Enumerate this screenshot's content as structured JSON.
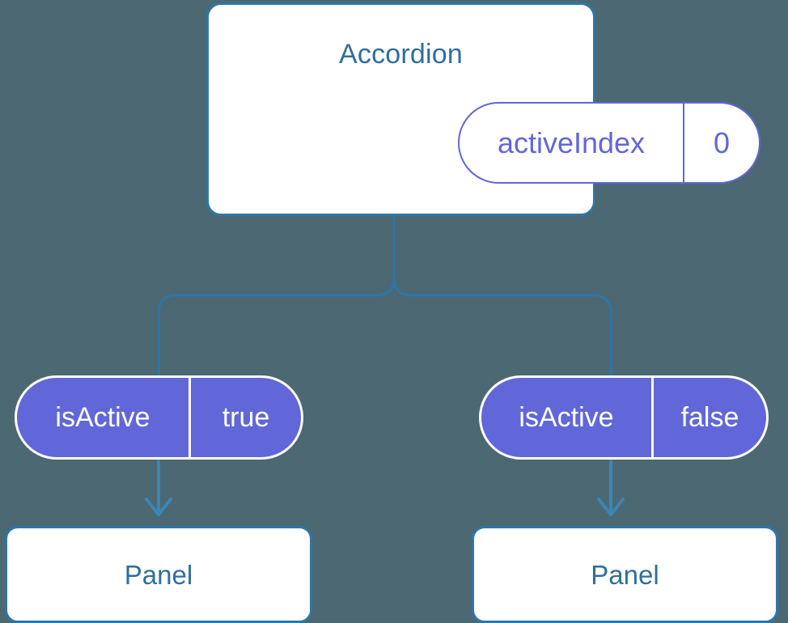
{
  "diagram": {
    "title_node": {
      "label": "Accordion",
      "state": {
        "key": "activeIndex",
        "value": "0"
      }
    },
    "branches": [
      {
        "prop_key": "isActive",
        "prop_value": "true",
        "child_label": "Panel"
      },
      {
        "prop_key": "isActive",
        "prop_value": "false",
        "child_label": "Panel"
      }
    ],
    "colors": {
      "background": "#4c6873",
      "card_border": "#2e76a8",
      "title_text": "#2e6f9e",
      "accent_purple": "#6167d8",
      "connector": "#2e76a8",
      "card_fill": "#ffffff",
      "pill_text": "#ffffff"
    }
  }
}
